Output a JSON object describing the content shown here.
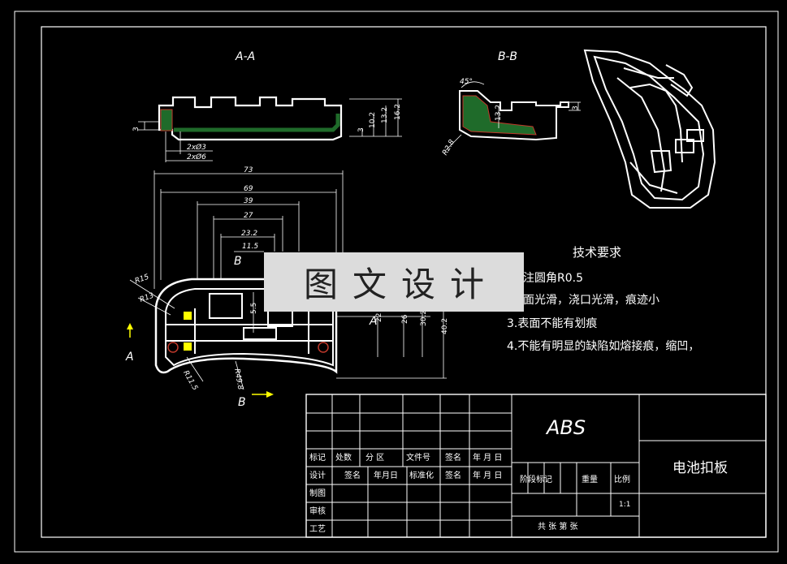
{
  "colors": {
    "background": "#000000",
    "line": "#ffffff",
    "section_fill": "#1f6b2a",
    "section_hatch": "#c0392b",
    "dim": "#ffffff",
    "marker": "#ffff00",
    "title_block": "#ffffff",
    "overlay": "#dcdcdc"
  },
  "views": {
    "section_aa_label": "A-A",
    "section_bb_label": "B-B"
  },
  "dimensions": {
    "aa": {
      "d1": "3",
      "hole1": "2xØ3",
      "hole2": "2xØ6",
      "d2": "3",
      "d3": "10.2",
      "d4": "13.2",
      "d5": "16.2"
    },
    "bb": {
      "angle": "45°",
      "d1": "3",
      "d2": "13.2",
      "radius": "R2.8"
    },
    "main": {
      "w73": "73",
      "w69": "69",
      "w39": "39",
      "w27": "27",
      "w23": "23.2",
      "w11": "11.5",
      "r15": "R15",
      "r13": "R13",
      "r11": "R11.5",
      "r49": "R49.8",
      "h55": "5.5",
      "h22": "22",
      "h26": "26",
      "h30": "30.2",
      "h40": "40.2",
      "sec_b_top": "B",
      "sec_b_bottom": "B",
      "sec_a_left": "A",
      "sec_a_right": "A"
    }
  },
  "watermark": "图文设计",
  "tech": {
    "heading": "技术要求",
    "items": [
      "未注圆角R0.5",
      "表面光滑，浇口光滑，痕迹小",
      "3.表面不能有划痕",
      "4.不能有明显的缺陷如熔接痕，缩凹，"
    ]
  },
  "title_block": {
    "material": "ABS",
    "part_name": "电池扣板",
    "row_labels": {
      "mark": "标记",
      "count": "处数",
      "zone": "分 区",
      "doc_no": "文件号",
      "sign": "签名",
      "date": "年 月 日",
      "design": "设计",
      "sign2": "签名",
      "date2": "年月日",
      "std": "标准化",
      "sign3": "签名",
      "date3": "年 月 日",
      "draw": "制图",
      "check": "审核",
      "process": "工艺"
    },
    "stage_mark": "阶段标记",
    "weight": "重量",
    "scale_label": "比例",
    "scale_value": "1:1",
    "sheets": "共    张 第    张"
  }
}
